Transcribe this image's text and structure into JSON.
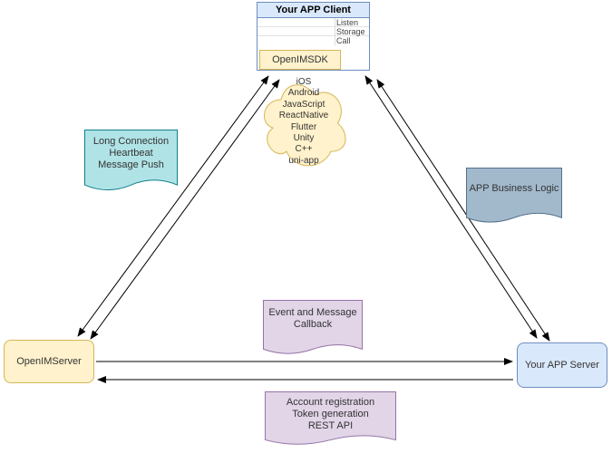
{
  "client": {
    "title": "Your APP Client",
    "rows": [
      "Listen",
      "Storage",
      "Call"
    ],
    "sdk": "OpenIMSDK"
  },
  "cloud": {
    "platforms": "iOS\nAndroid\nJavaScript\nReactNative\nFlutter\nUnity\nC++\nuni-app"
  },
  "notes": {
    "long_connection": "Long Connection\nHeartbeat\nMessage Push",
    "app_business_logic": "APP Business Logic",
    "event_callback": "Event and Message\nCallback",
    "rest_api": "Account registration\nToken generation\nREST API"
  },
  "nodes": {
    "openim_server": "OpenIMServer",
    "app_server": "Your APP Server"
  },
  "colors": {
    "yellow_fill": "#fff2cc",
    "yellow_stroke": "#d6b656",
    "blue_fill": "#dae8fc",
    "blue_stroke": "#6c8ebf",
    "teal_fill": "#b0e3e6",
    "teal_stroke": "#0e8088",
    "slate_fill": "#a2b9cc",
    "slate_stroke": "#55708a",
    "purple_fill": "#e1d5e7",
    "purple_stroke": "#9673a6",
    "edge": "#000000"
  }
}
